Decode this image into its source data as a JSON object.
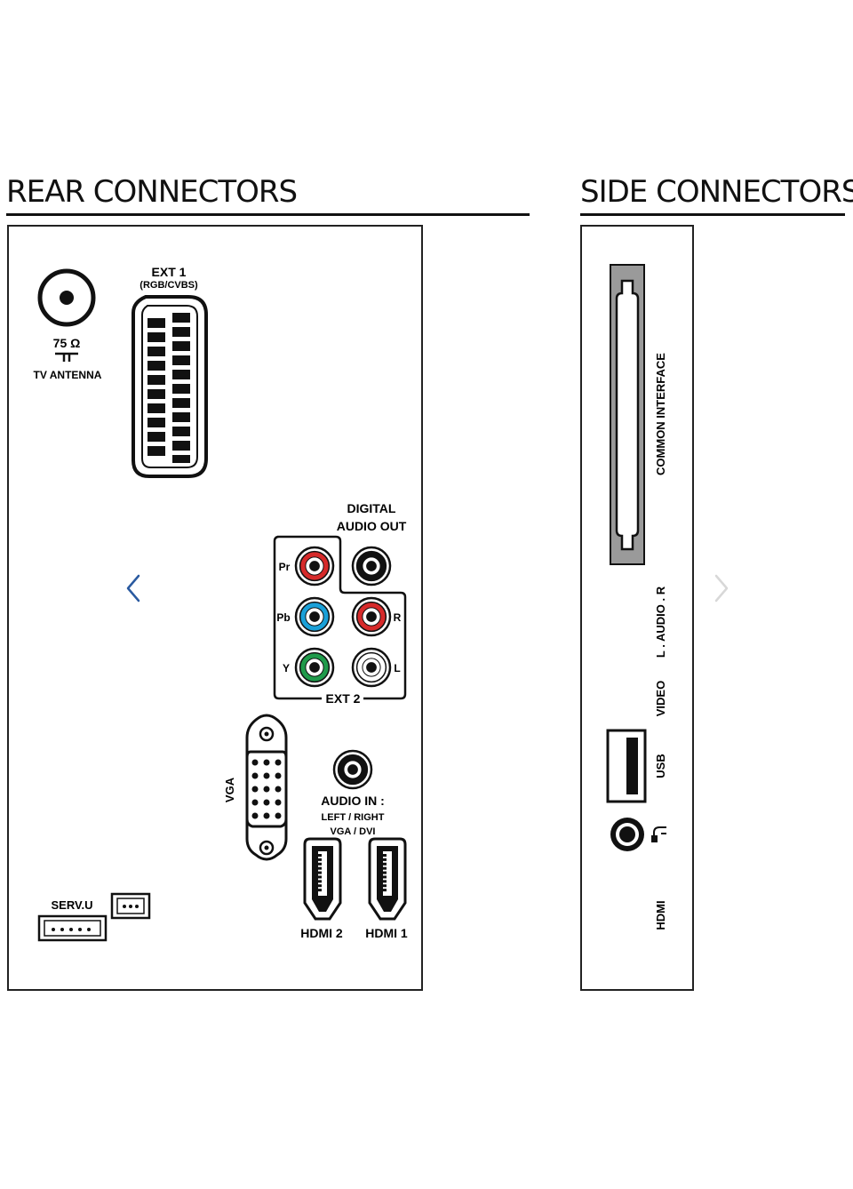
{
  "rear": {
    "heading": "REAR CONNECTORS",
    "antenna": {
      "value": "75 Ω",
      "label": "TV ANTENNA"
    },
    "ext1": {
      "label": "EXT 1",
      "sublabel": "(RGB/CVBS)"
    },
    "digital_audio_out": {
      "line1": "DIGITAL",
      "line2": "AUDIO OUT"
    },
    "ext2": {
      "label": "EXT 2",
      "pr": "Pr",
      "pb": "Pb",
      "y": "Y",
      "r": "R",
      "l": "L"
    },
    "vga": {
      "label": "VGA"
    },
    "audio_in": {
      "line1": "AUDIO IN :",
      "line2": "LEFT / RIGHT",
      "line3": "VGA / DVI"
    },
    "hdmi2": {
      "label": "HDMI 2"
    },
    "hdmi1": {
      "label": "HDMI 1"
    },
    "service": {
      "label": "SERV.U"
    }
  },
  "side": {
    "heading": "SIDE CONNECTORS",
    "common_interface": {
      "label": "COMMON INTERFACE"
    },
    "audio": {
      "label": "L . AUDIO . R"
    },
    "video": {
      "label": "VIDEO"
    },
    "usb": {
      "label": "USB"
    },
    "hdmi": {
      "label": "HDMI"
    }
  },
  "colors": {
    "red": "#d62a2a",
    "blue": "#1aa0d8",
    "green": "#1f9a4a",
    "yellow": "#f4e21a",
    "white": "#ffffff",
    "black": "#111111",
    "nav_active": "#2a5aa0",
    "nav_inactive": "#d8d8d8"
  },
  "navigation": {
    "prev": "chevron-left-icon",
    "next": "chevron-right-icon"
  }
}
